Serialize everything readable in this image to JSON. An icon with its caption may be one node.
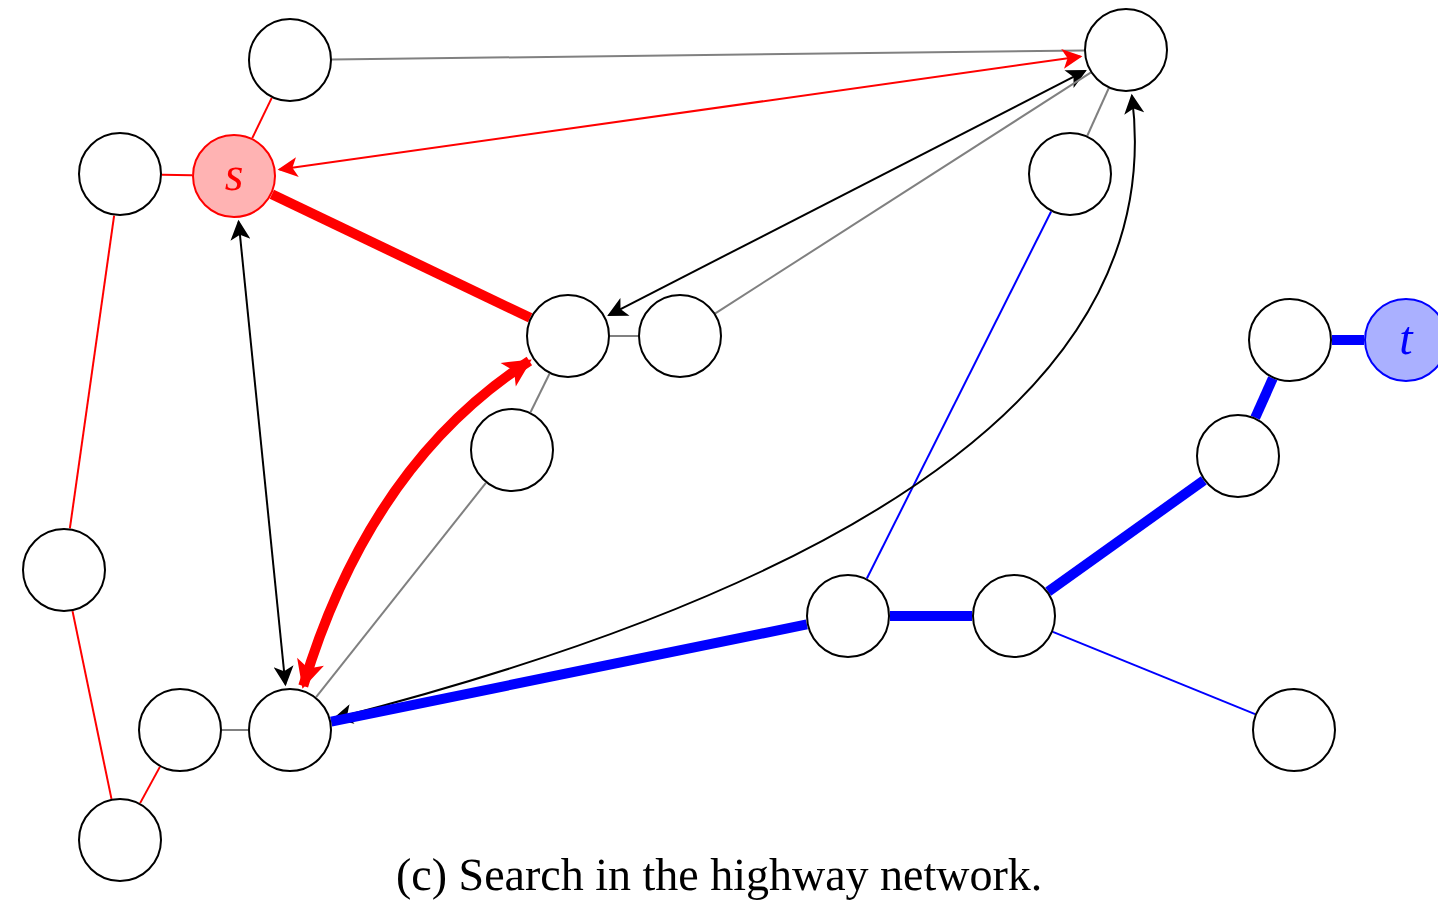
{
  "diagram": {
    "caption": "(c) Search in the highway network.",
    "nodes": [
      {
        "text": [],
        "shape": "circle"
      },
      {
        "text": [],
        "shape": "circle"
      },
      {
        "text": [],
        "shape": "circle"
      },
      {
        "text": [
          "s"
        ]
      },
      {
        "text": [],
        "shape": "circle"
      },
      {
        "text": [],
        "shape": "circle"
      },
      {
        "text": [],
        "shape": "circle"
      },
      {
        "text": [],
        "shape": "circle"
      },
      {
        "text": [
          "t"
        ]
      },
      {
        "text": [],
        "shape": "circle"
      },
      {
        "text": [],
        "shape": "circle"
      },
      {
        "text": [],
        "shape": "circle"
      },
      {
        "text": [],
        "shape": "circle"
      },
      {
        "text": [],
        "shape": "circle"
      },
      {
        "text": [],
        "shape": "circle"
      },
      {
        "text": [],
        "shape": "circle"
      },
      {
        "text": [],
        "shape": "circle"
      },
      {
        "text": [],
        "shape": "circle"
      }
    ],
    "edges": [
      {
        "from": 0,
        "to": 1,
        "arrow": "none",
        "color": "#808080"
      },
      {
        "from": 0,
        "to": 3,
        "arrow": "none",
        "color": "#ff0000"
      },
      {
        "from": 2,
        "to": 3,
        "arrow": "none",
        "color": "#ff0000"
      },
      {
        "from": 3,
        "to": 1,
        "arrow": "both",
        "color": "#ff0000"
      },
      {
        "from": 3,
        "to": 5,
        "arrow": "none",
        "style": "thick",
        "color": "#ff0000"
      },
      {
        "from": 1,
        "to": 5,
        "arrow": "both",
        "color": "#000000"
      },
      {
        "from": 1,
        "to": 6,
        "arrow": "none",
        "color": "#808080"
      },
      {
        "from": 1,
        "to": 4,
        "arrow": "none",
        "color": "#808080"
      },
      {
        "from": 4,
        "to": 12,
        "arrow": "none",
        "color": "#0000ff"
      },
      {
        "from": 5,
        "to": 6,
        "arrow": "none",
        "color": "#808080"
      },
      {
        "from": 5,
        "to": 9,
        "arrow": "none",
        "color": "#808080"
      },
      {
        "from": 9,
        "to": 15,
        "arrow": "none",
        "color": "#808080"
      },
      {
        "from": 3,
        "to": 15,
        "arrow": "both",
        "color": "#000000"
      },
      {
        "from": 5,
        "to": 15,
        "arrow": "both",
        "style": "thick",
        "color": "#ff0000"
      },
      {
        "from": 15,
        "to": 1,
        "arrow": "both",
        "color": "#000000"
      },
      {
        "from": 2,
        "to": 11,
        "arrow": "none",
        "color": "#ff0000"
      },
      {
        "from": 11,
        "to": 17,
        "arrow": "none",
        "color": "#ff0000"
      },
      {
        "from": 17,
        "to": 14,
        "arrow": "none",
        "color": "#ff0000"
      },
      {
        "from": 14,
        "to": 15,
        "arrow": "none",
        "color": "#808080"
      },
      {
        "from": 15,
        "to": 12,
        "arrow": "none",
        "style": "thick",
        "color": "#0000ff"
      },
      {
        "from": 12,
        "to": 13,
        "arrow": "none",
        "style": "thick",
        "color": "#0000ff"
      },
      {
        "from": 13,
        "to": 10,
        "arrow": "none",
        "style": "thick",
        "color": "#0000ff"
      },
      {
        "from": 10,
        "to": 7,
        "arrow": "none",
        "style": "thick",
        "color": "#0000ff"
      },
      {
        "from": 7,
        "to": 8,
        "arrow": "none",
        "style": "thick",
        "color": "#0000ff"
      },
      {
        "from": 13,
        "to": 16,
        "arrow": "none",
        "color": "#0000ff"
      }
    ]
  }
}
